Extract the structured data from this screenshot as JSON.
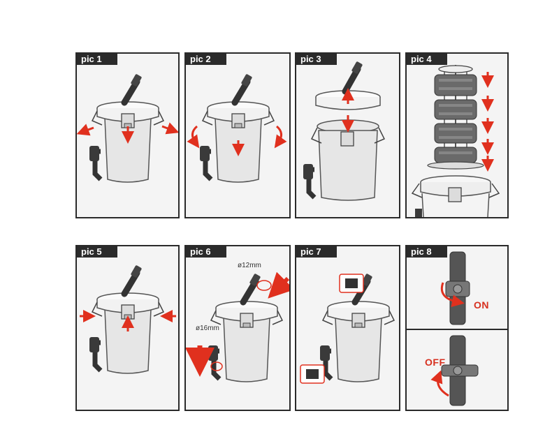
{
  "panels": [
    {
      "label": "pic 1"
    },
    {
      "label": "pic 2"
    },
    {
      "label": "pic 3"
    },
    {
      "label": "pic 4"
    },
    {
      "label": "pic 5"
    },
    {
      "label": "pic 6",
      "small_hose_label": "ø12mm",
      "large_hose_label": "ø16mm"
    },
    {
      "label": "pic 7"
    },
    {
      "label": "pic 8",
      "on_label": "ON",
      "off_label": "OFF"
    }
  ],
  "colors": {
    "arrow": "#e0301e",
    "frame": "#2a2a2a",
    "body": "#e4e4e4",
    "lid": "#f6f6f6",
    "outline": "#555555"
  }
}
